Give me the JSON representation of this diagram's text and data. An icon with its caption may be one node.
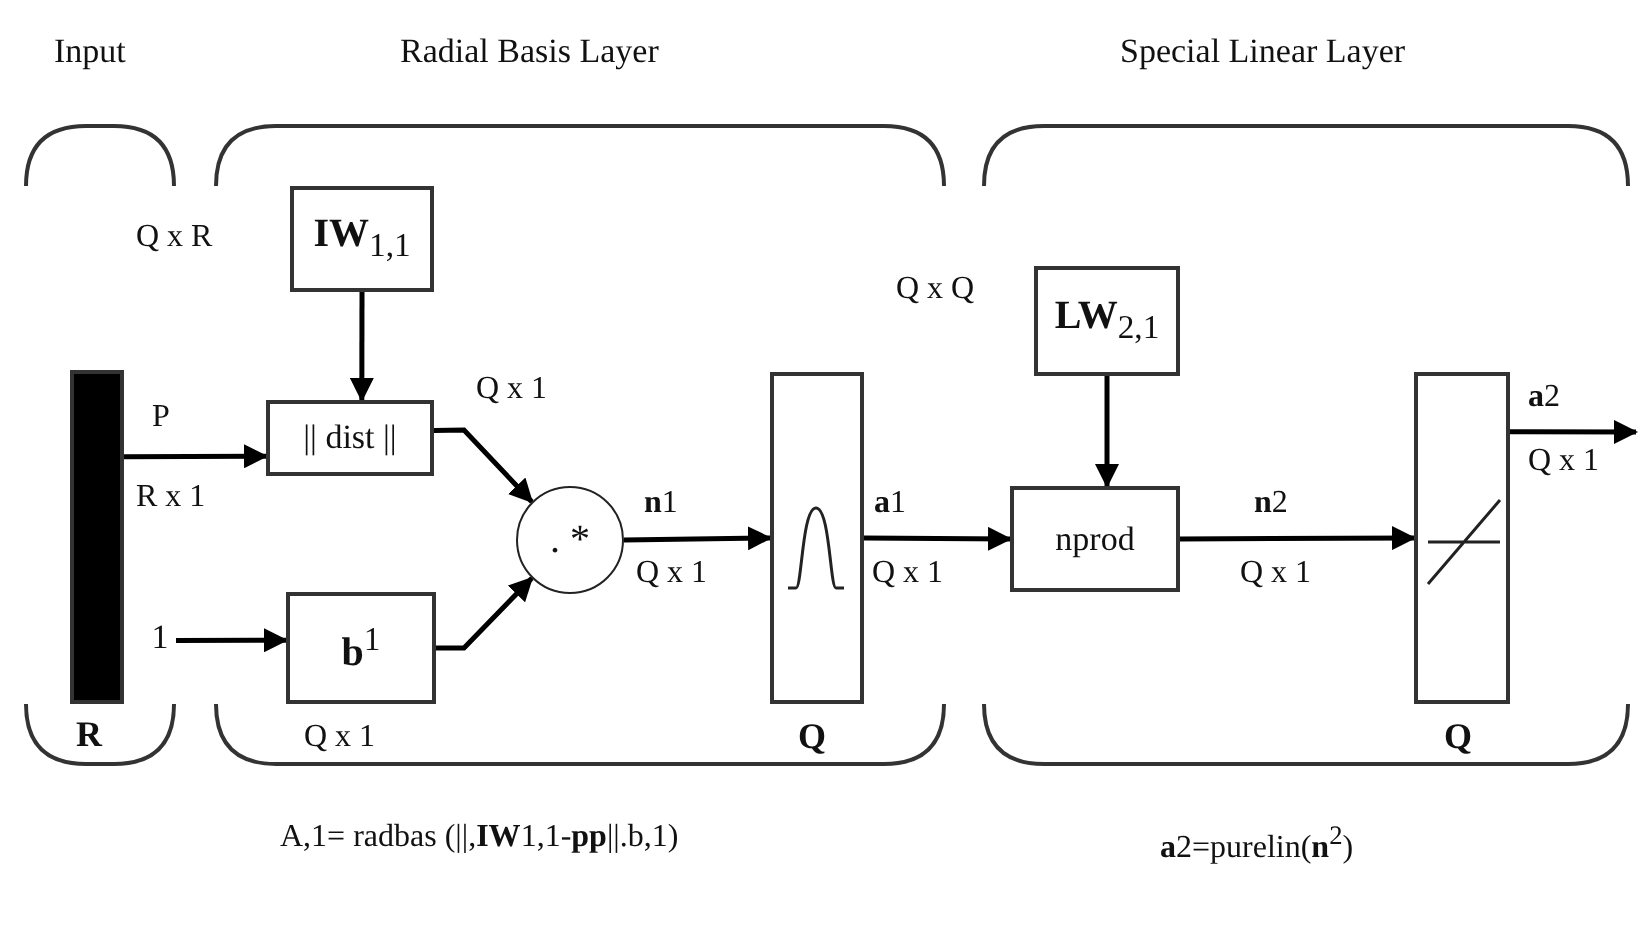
{
  "diagram": {
    "nodes": [
      {
        "text": [
          "Input"
        ]
      },
      {
        "text": [],
        "shape": "bar",
        "in": 0,
        "beside": [
          "R"
        ]
      },
      {
        "text": [
          "Radial Basis Layer"
        ]
      },
      {
        "text": [
          "**IW**$_{1,1}$"
        ],
        "in": 2
      },
      {
        "text": [
          "|| dist ||"
        ],
        "in": 2
      },
      {
        "text": [
          "1"
        ],
        "in": 0
      },
      {
        "text": [
          "**b**$^{1}$"
        ],
        "in": 2
      },
      {
        "text": [
          ". *"
        ],
        "in": 2
      },
      {
        "text": [],
        "shape": "box",
        "in": 2,
        "beside": [
          "Q"
        ]
      },
      {
        "text": [
          "Special Linear Layer"
        ]
      },
      {
        "text": [
          "**LW**$_{2,1}$"
        ],
        "in": 9
      },
      {
        "text": [
          "nprod"
        ],
        "in": 9
      },
      {
        "text": [],
        "shape": "box",
        "in": 9,
        "beside": [
          "Q"
        ]
      }
    ],
    "edges": [
      {
        "from": 1,
        "to": 4,
        "arrow": "to",
        "label": "P"
      },
      {
        "from": 3,
        "to": 4,
        "arrow": "to"
      },
      {
        "from": 5,
        "to": 6,
        "arrow": "to"
      },
      {
        "from": 4,
        "to": 7,
        "arrow": "to"
      },
      {
        "from": 6,
        "to": 7,
        "arrow": "to"
      },
      {
        "from": 7,
        "to": 8,
        "arrow": "to",
        "label": "**n**1"
      },
      {
        "from": 8,
        "to": 11,
        "arrow": "to",
        "label": "**a**1"
      },
      {
        "from": 10,
        "to": 11,
        "arrow": "to"
      },
      {
        "from": 11,
        "to": 12,
        "arrow": "to",
        "label": "**n**2"
      },
      {
        "from": 12,
        "to": null,
        "arrow": "to",
        "label": "**a**2"
      }
    ],
    "labels": [
      "Q x R",
      "Q x 1",
      "R x 1",
      "Q x 1",
      "Q x 1",
      "Q x 1",
      "Q x Q",
      "Q x 1",
      "Q x 1",
      "A,1= radbas (||,**IW**1,1-**pp**||.b,1)",
      "**a**2=purelin(**n**$^{2}$)"
    ]
  }
}
